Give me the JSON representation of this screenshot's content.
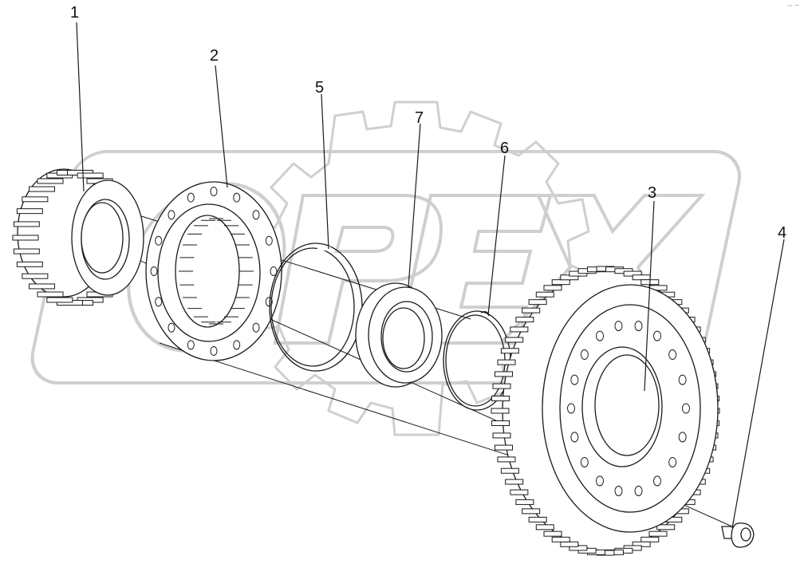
{
  "diagram": {
    "type": "exploded-assembly-drawing",
    "watermark_text": "OPEX",
    "watermark_icon": "gear-watermark-icon",
    "line_color": "#1a1a1a",
    "watermark_color": "#cfcfcf",
    "callouts": [
      {
        "id": "1",
        "label": "1"
      },
      {
        "id": "2",
        "label": "2"
      },
      {
        "id": "3",
        "label": "3"
      },
      {
        "id": "4",
        "label": "4"
      },
      {
        "id": "5",
        "label": "5"
      },
      {
        "id": "6",
        "label": "6"
      },
      {
        "id": "7",
        "label": "7"
      }
    ],
    "corner_mark": "-- ~"
  }
}
